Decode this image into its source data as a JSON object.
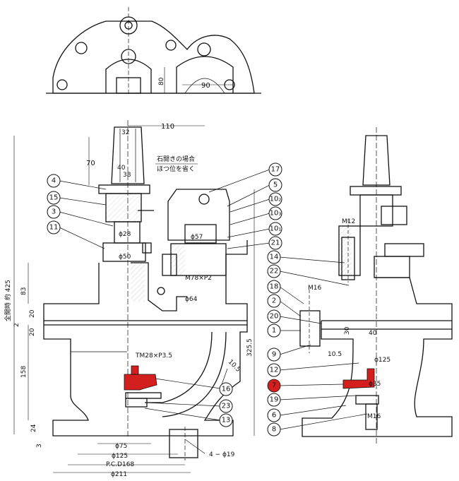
{
  "colors": {
    "accent": "#d41f1f",
    "line": "#111111"
  },
  "notes": {
    "line1": "石開きの場合",
    "line2": "ほつ位を省く"
  },
  "dims": {
    "d90": "90",
    "d80": "80",
    "d110": "110",
    "d32": "32",
    "d70": "70",
    "d40": "40",
    "d38": "38",
    "phi28": "ϕ28",
    "phi50": "ϕ50",
    "phi57": "ϕ57",
    "m78": "M78×P2",
    "phi64": "ϕ64",
    "total": "全開時  約  425",
    "d83": "83",
    "d20a": "20",
    "d2": "2",
    "d20b": "20",
    "d158": "158",
    "d24": "24",
    "d3": "3",
    "tm": "TM28×P3.5",
    "d105": "10.5",
    "d3255": "325.5",
    "phi75": "ϕ75",
    "phi125": "ϕ125",
    "pcd": "P.C.D168",
    "phi211": "ϕ211",
    "bolts": "4 − ϕ19",
    "m12": "M12",
    "m16a": "M16",
    "d30": "30",
    "d40r": "40",
    "d105r": "10.5",
    "phi125r": "ϕ125",
    "phi35": "ϕ35",
    "m16b": "M16"
  },
  "callouts": {
    "c4": "4",
    "c15": "15",
    "c3": "3",
    "c11": "11",
    "c17": "17",
    "c5": "5",
    "c102": "10₂",
    "c103": "10₃",
    "c101": "10₁",
    "c21": "21",
    "c14": "14",
    "c22": "22",
    "c18": "18",
    "c2": "2",
    "c20": "20",
    "c1": "1",
    "c9": "9",
    "c12": "12",
    "c7": "7",
    "c19": "19",
    "c6": "6",
    "c8": "8",
    "c16": "16",
    "c23": "23",
    "c13": "13"
  }
}
